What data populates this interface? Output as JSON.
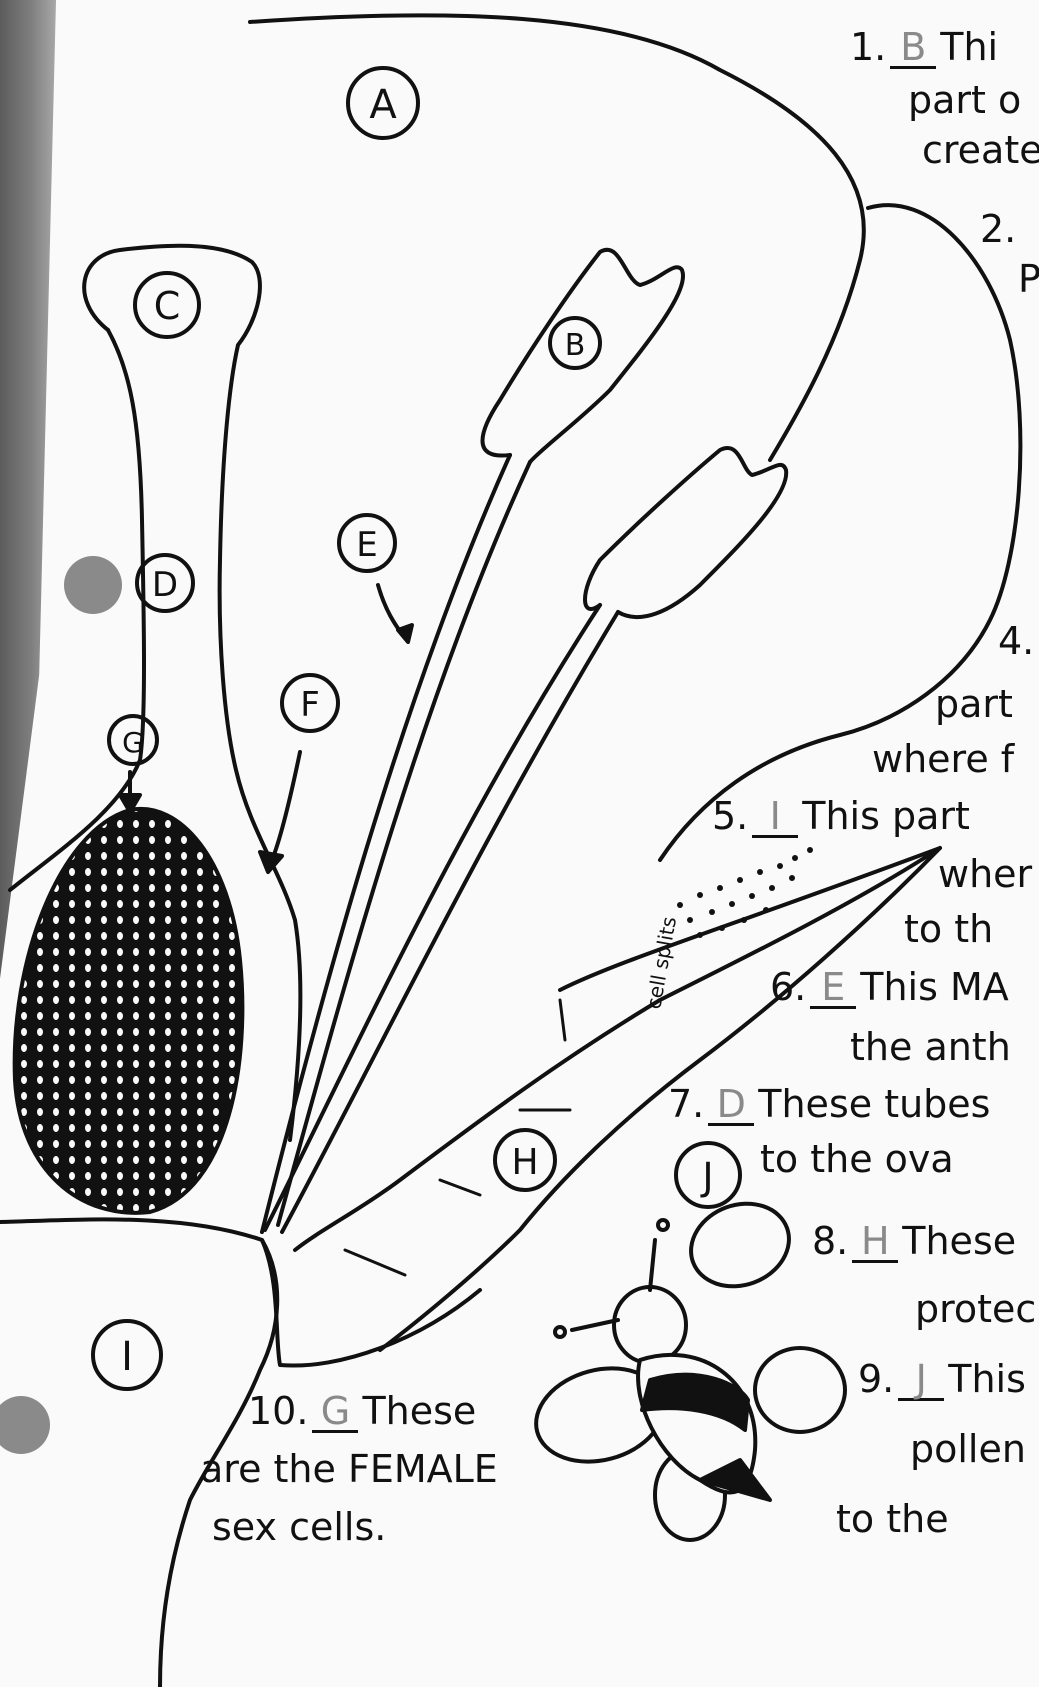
{
  "labels": {
    "A": "A",
    "B": "B",
    "C": "C",
    "D": "D",
    "E": "E",
    "F": "F",
    "G": "G",
    "H": "H",
    "I": "I",
    "J": "J"
  },
  "margin_note": "cell splits",
  "questions": [
    {
      "number": "1.",
      "answer": "B",
      "line1": "Thi",
      "line2": "part o",
      "line3": "create"
    },
    {
      "number": "2.",
      "answer": "",
      "line1": "",
      "line2": "P"
    },
    {
      "number": "4.",
      "line2": "part",
      "line3": "where f"
    },
    {
      "number": "5.",
      "answer": "I",
      "line1": "This part",
      "line2": "wher",
      "line3": "to th"
    },
    {
      "number": "6.",
      "answer": "E",
      "line1": "This MA",
      "line2": "the anth"
    },
    {
      "number": "7.",
      "answer": "D",
      "line1": "These tubes",
      "line2": "to the ova"
    },
    {
      "number": "8.",
      "answer": "H",
      "line1": "These",
      "line2": "protec"
    },
    {
      "number": "9.",
      "answer": "J",
      "line1": "This",
      "line2": "pollen",
      "line3": "to the"
    },
    {
      "number": "10.",
      "answer": "G",
      "line1": "These",
      "line2": "are the FEMALE",
      "line3": "sex cells."
    }
  ],
  "colors": {
    "ink": "#111111",
    "paper": "#fafafa",
    "pencil": "#8a8a8a",
    "binder": "#6e6e6e"
  }
}
